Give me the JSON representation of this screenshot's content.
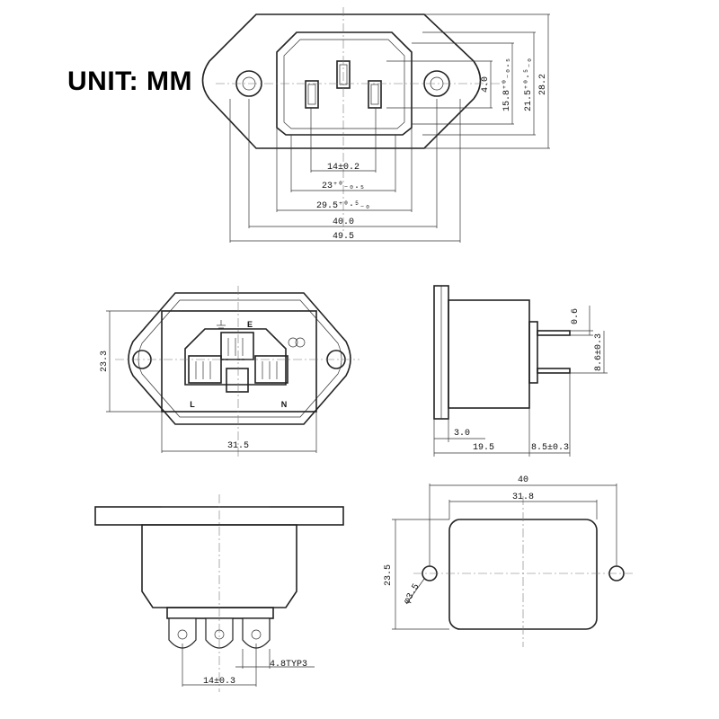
{
  "unit_label": "UNIT: MM",
  "top_view": {
    "dim_14": "14±0.2",
    "dim_23": "23⁺⁰₋₀.₅",
    "dim_29_5": "29.5⁺⁰·⁵₋₀",
    "dim_40": "40.0",
    "dim_49_5": "49.5",
    "dim_4": "4.0",
    "dim_15_8": "15.8⁺⁰₋₀.₅",
    "dim_21_5": "21.5⁺⁰·⁵₋₀",
    "dim_28_2": "28.2"
  },
  "rear_view": {
    "label_e": "E",
    "label_l": "L",
    "label_n": "N",
    "dim_23_3": "23.3",
    "dim_31_5": "31.5"
  },
  "side_view": {
    "dim_0_6": "0.6",
    "dim_8_6": "8.6±0.3",
    "dim_3": "3.0",
    "dim_19_5": "19.5",
    "dim_8_5": "8.5±0.3"
  },
  "bottom_view": {
    "dim_4_8": "4.8TYP3",
    "dim_14": "14±0.3"
  },
  "cutout_view": {
    "dim_40": "40",
    "dim_31_8": "31.8",
    "dim_23_5": "23.5",
    "dim_hole": "φ3.5"
  }
}
